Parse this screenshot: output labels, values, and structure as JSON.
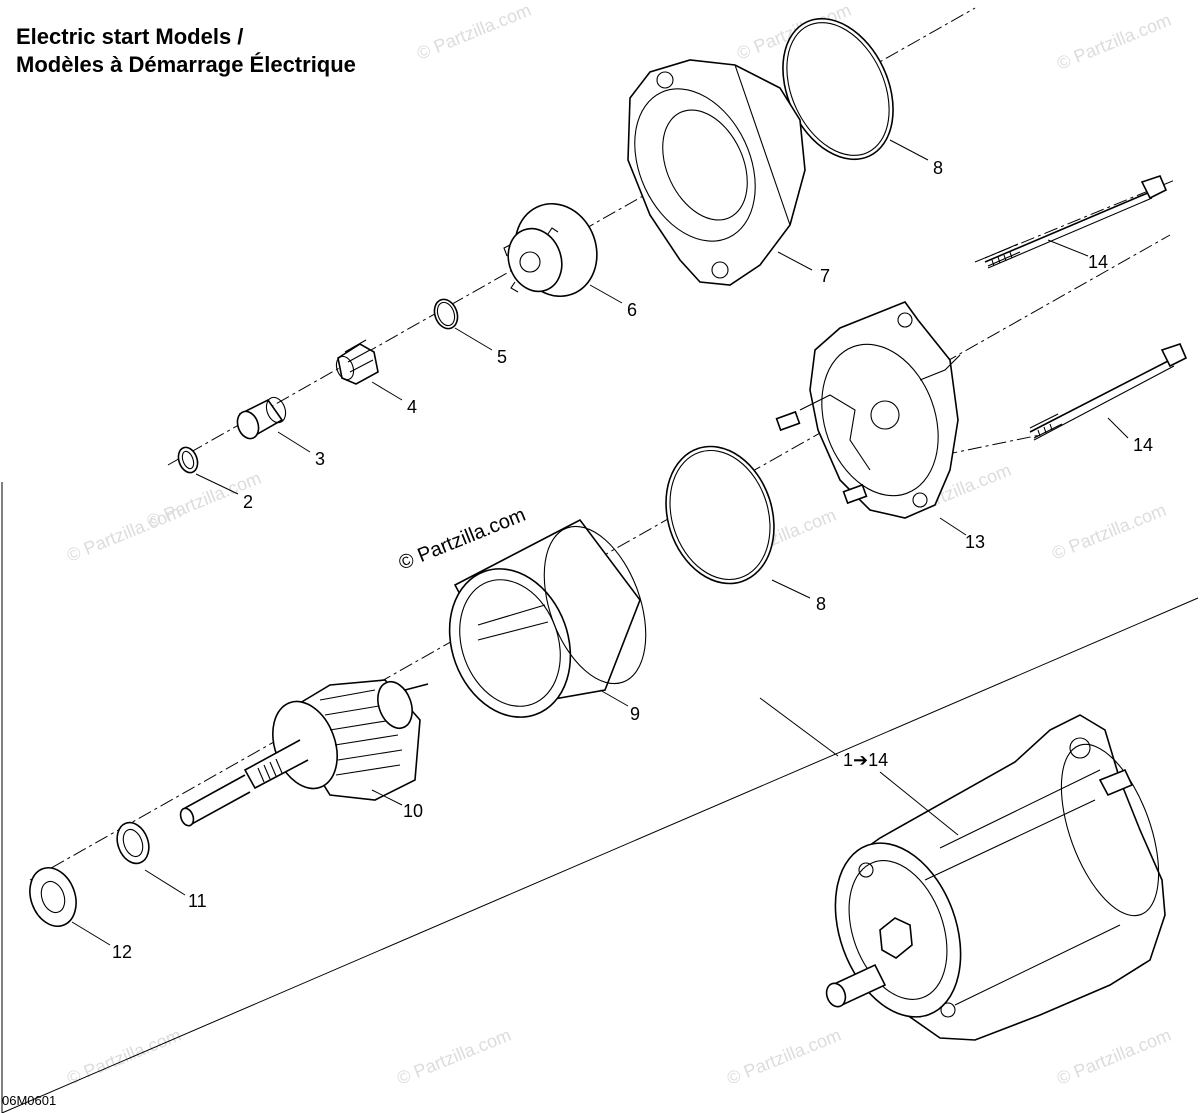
{
  "title": {
    "line1": "Electric start Models /",
    "line2": "Modèles à Démarrage Électrique"
  },
  "diagram_code": "06M0601",
  "watermark": {
    "main": "© Partzilla.com",
    "faint": "© Partzilla.com"
  },
  "callouts": {
    "c2": "2",
    "c3": "3",
    "c4": "4",
    "c5": "5",
    "c6": "6",
    "c7": "7",
    "c8_top": "8",
    "c8_mid": "8",
    "c9": "9",
    "c10": "10",
    "c11": "11",
    "c12": "12",
    "c13": "13",
    "c14_top": "14",
    "c14_mid": "14",
    "c_assembly": "1➔14"
  }
}
